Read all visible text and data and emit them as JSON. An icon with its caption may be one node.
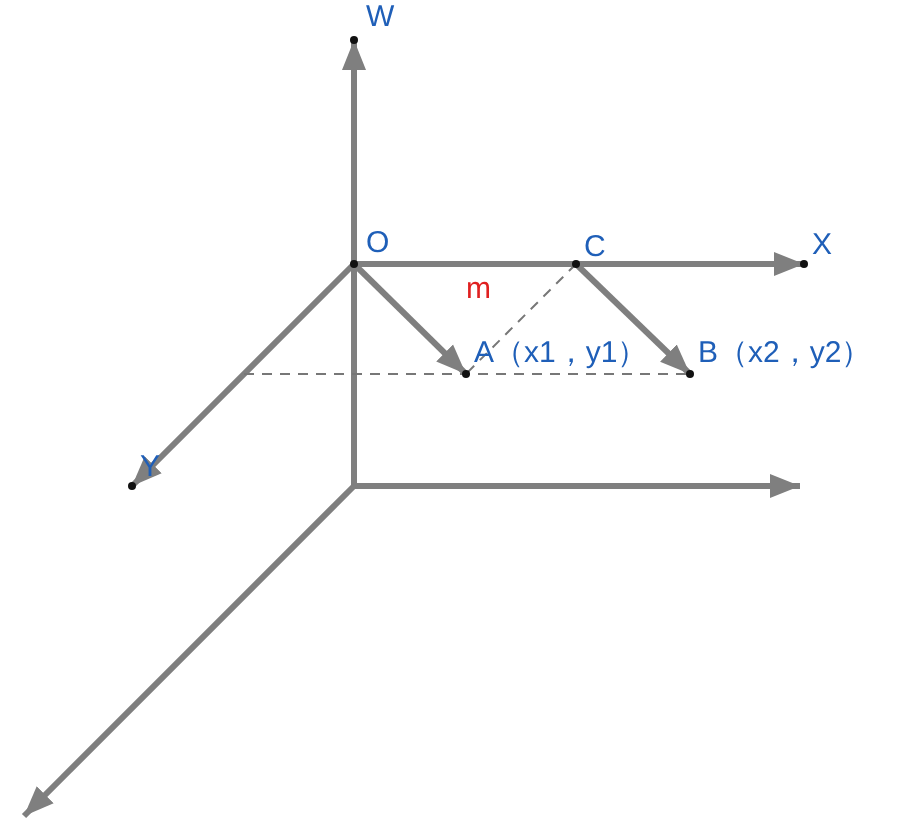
{
  "diagram": {
    "nodes": [
      {
        "text": [
          "O"
        ]
      },
      {
        "text": [
          "C"
        ]
      },
      {
        "text": [
          "A（x1，y1）"
        ]
      },
      {
        "text": [
          "B（x2，y2）"
        ]
      },
      {
        "text": [
          "X"
        ]
      },
      {
        "text": [
          "Y"
        ]
      },
      {
        "text": [
          "W"
        ]
      }
    ],
    "edges": [
      {
        "from": 0,
        "to": 4,
        "arrow": "to"
      },
      {
        "from": 0,
        "to": 6,
        "arrow": "to"
      },
      {
        "from": 0,
        "to": 5,
        "arrow": "to"
      },
      {
        "from": 0,
        "to": 2,
        "arrow": "to"
      },
      {
        "from": 1,
        "to": 3,
        "arrow": "to"
      },
      {
        "from": 1,
        "to": 2,
        "arrow": "none",
        "style": "dashed"
      },
      {
        "from": null,
        "to": 3,
        "arrow": "none",
        "style": "dashed"
      }
    ],
    "labels": [
      "m"
    ]
  }
}
